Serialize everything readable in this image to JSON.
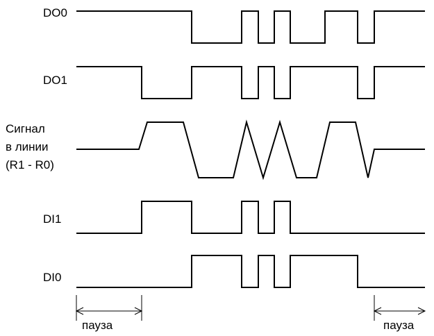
{
  "signals": {
    "do0": {
      "label": "DO0"
    },
    "do1": {
      "label": "DO1"
    },
    "line": {
      "label_lines": [
        "Сигнал",
        "в линии",
        "(R1 - R0)"
      ]
    },
    "di1": {
      "label": "DI1"
    },
    "di0": {
      "label": "DI0"
    }
  },
  "annotations": {
    "pause_left": "пауза",
    "pause_right": "пауза"
  },
  "colors": {
    "line": "#000000",
    "background": "#ffffff"
  }
}
